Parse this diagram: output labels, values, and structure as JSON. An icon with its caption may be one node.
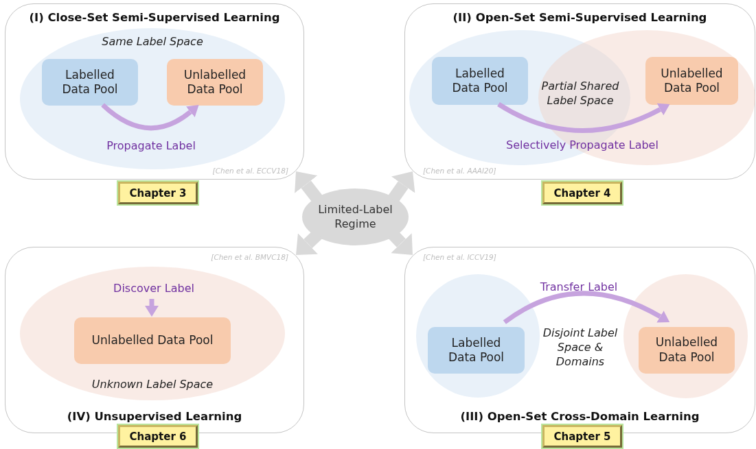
{
  "diagram": {
    "nodes": [
      {
        "text": [
          "(I) Close-Set Semi-Supervised Learning",
          "[Chen et al. ECCV18]"
        ]
      },
      {
        "text": [
          "Same Label Space"
        ],
        "in": 0
      },
      {
        "text": [
          "Labelled Data Pool"
        ],
        "in": 1
      },
      {
        "text": [
          "Unlabelled Data Pool"
        ],
        "in": 1
      },
      {
        "text": [
          "Chapter 3"
        ]
      },
      {
        "text": [
          "(II) Open-Set Semi-Supervised Learning",
          "[Chen et al. AAAI20]"
        ]
      },
      {
        "text": [],
        "shape": "ellipse",
        "in": 5
      },
      {
        "text": [],
        "shape": "ellipse",
        "in": 5
      },
      {
        "text": [
          "Labelled Data Pool"
        ],
        "in": 6
      },
      {
        "text": [
          "Unlabelled Data Pool"
        ],
        "in": 7
      },
      {
        "text": [
          "Chapter 4"
        ]
      },
      {
        "text": [
          "Limited-Label Regime"
        ]
      },
      {
        "text": [
          "[Chen et al. BMVC18]",
          "(IV) Unsupervised Learning"
        ]
      },
      {
        "text": [
          "Unknown Label Space"
        ],
        "in": 12
      },
      {
        "text": [
          "Unlabelled Data Pool"
        ],
        "in": 13
      },
      {
        "text": [
          "Chapter 6"
        ]
      },
      {
        "text": [
          "[Chen et al. ICCV19]",
          "(III) Open-Set Cross-Domain Learning"
        ]
      },
      {
        "text": [],
        "shape": "circle",
        "in": 16
      },
      {
        "text": [],
        "shape": "circle",
        "in": 16
      },
      {
        "text": [
          "Labelled Data Pool"
        ],
        "in": 17
      },
      {
        "text": [
          "Unlabelled Data Pool"
        ],
        "in": 18
      },
      {
        "text": [
          "Chapter 5"
        ]
      }
    ],
    "edges": [
      {
        "from": 2,
        "to": 3,
        "arrow": "to",
        "label": "Propagate Label"
      },
      {
        "from": 8,
        "to": 9,
        "arrow": "to",
        "label": "Selectively Propagate Label"
      },
      {
        "from": 11,
        "to": 0,
        "arrow": "to",
        "style": "thick",
        "color": "#d9d9d9"
      },
      {
        "from": 11,
        "to": 5,
        "arrow": "to",
        "style": "thick",
        "color": "#d9d9d9"
      },
      {
        "from": 11,
        "to": 12,
        "arrow": "to",
        "style": "thick",
        "color": "#d9d9d9"
      },
      {
        "from": 11,
        "to": 16,
        "arrow": "to",
        "style": "thick",
        "color": "#d9d9d9"
      },
      {
        "from": null,
        "to": 14,
        "arrow": "to",
        "label": "Discover Label"
      },
      {
        "from": 19,
        "to": 20,
        "arrow": "to",
        "label": "Transfer Label"
      }
    ],
    "labels": [
      "Partial Shared Label Space",
      "Disjoint Label Space & Domains"
    ]
  }
}
